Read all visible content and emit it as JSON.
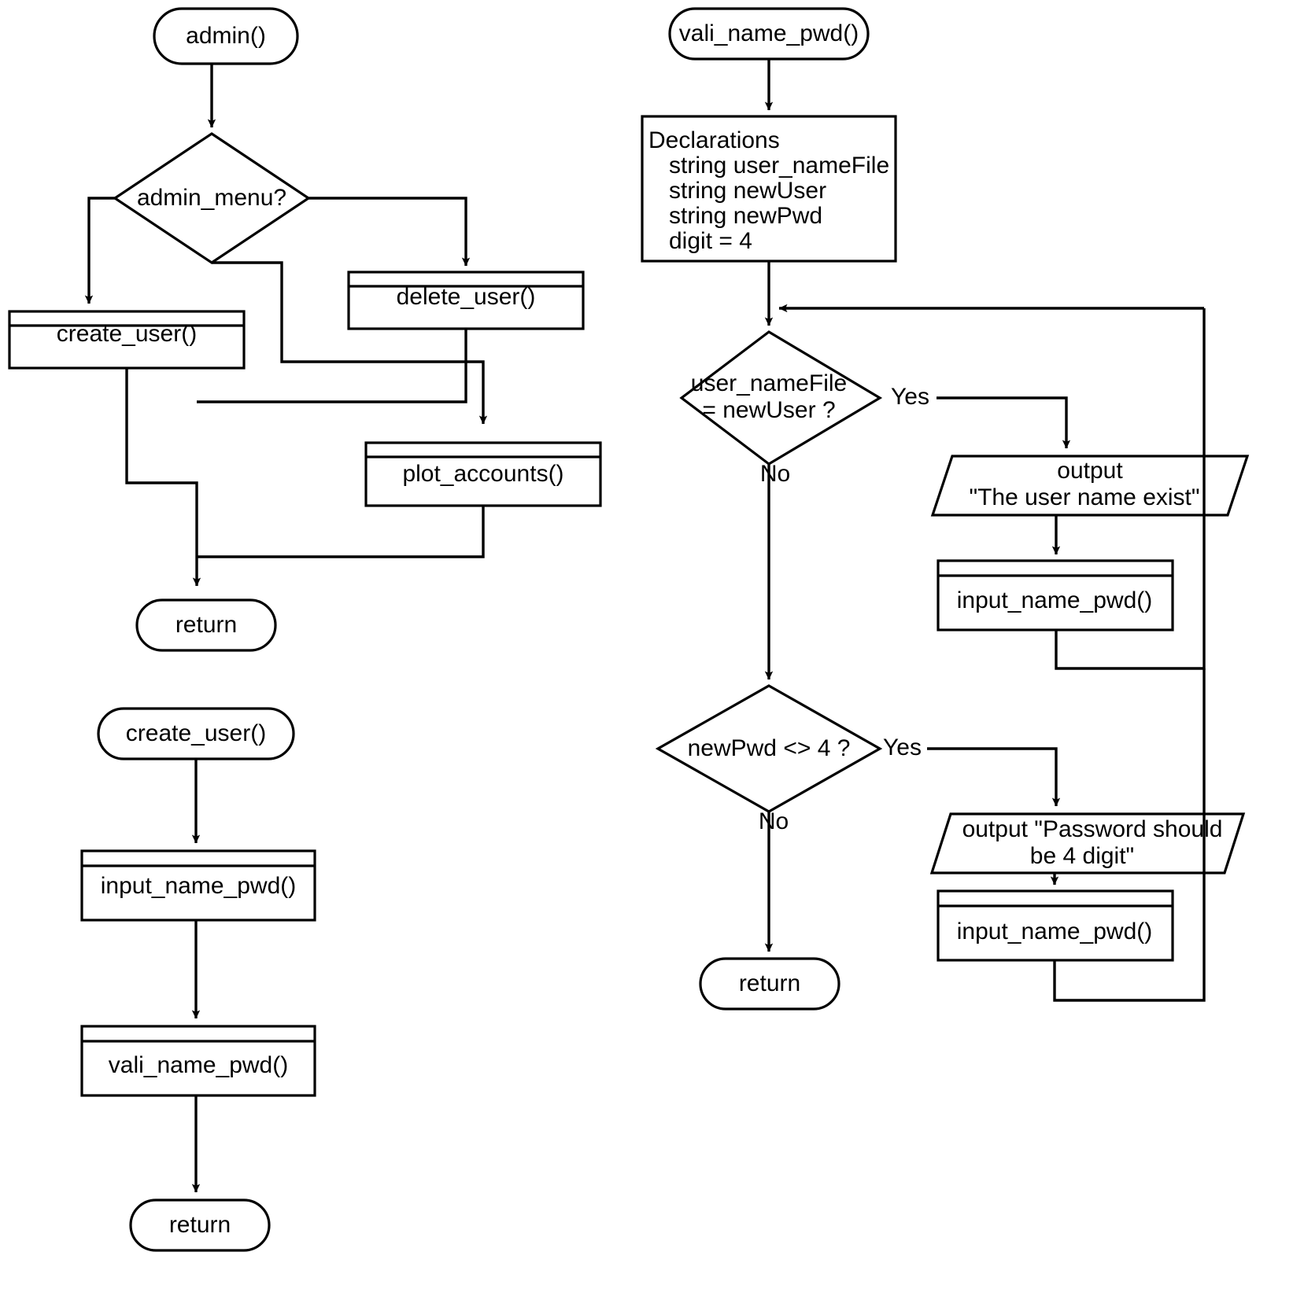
{
  "diagram": {
    "title": "Flowchart: admin, create_user and vali_name_pwd routines",
    "background_color": "#ffffff",
    "line_color": "#000000",
    "shape_fill": "#ffffff"
  },
  "charts": {
    "admin": {
      "start": "admin()",
      "decision": "admin_menu?",
      "branch_create": "create_user()",
      "branch_delete": "delete_user()",
      "branch_plot": "plot_accounts()",
      "end": "return"
    },
    "create_user": {
      "start": "create_user()",
      "step_input": "input_name_pwd()",
      "step_validate": "vali_name_pwd()",
      "end": "return"
    },
    "vali_name_pwd": {
      "start": "vali_name_pwd()",
      "declarations": {
        "heading": "Declarations",
        "lines": [
          "string user_nameFile",
          "string newUser",
          "string newPwd",
          "digit = 4"
        ]
      },
      "decision_name_line1": "user_nameFile",
      "decision_name_line2": "= newUser ?",
      "decision_name_yes": "Yes",
      "decision_name_no": "No",
      "output_name_line1": "output",
      "output_name_line2": "\"The user name exist\"",
      "after_name_output": "input_name_pwd()",
      "decision_pwd": "newPwd <> 4 ?",
      "decision_pwd_yes": "Yes",
      "decision_pwd_no": "No",
      "output_pwd_line1": "output \"Password should",
      "output_pwd_line2": "be 4 digit\"",
      "after_pwd_output": "input_name_pwd()",
      "end": "return"
    }
  }
}
